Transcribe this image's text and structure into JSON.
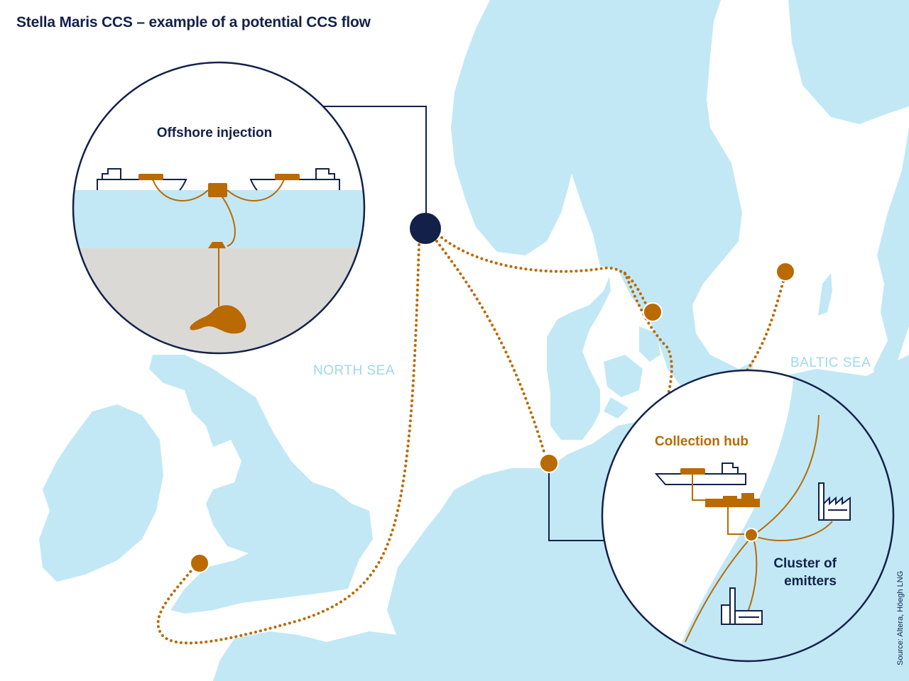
{
  "title": "Stella Maris CCS – example of a potential CCS flow",
  "source": "Source: Altera, Höegh LNG",
  "sea_labels": {
    "north_sea": "NORTH SEA",
    "baltic_sea": "BALTIC SEA"
  },
  "insets": {
    "offshore": {
      "label": "Offshore injection",
      "elements": [
        "injection-ship-left",
        "injection-ship-right",
        "subsea-buoy",
        "wellhead",
        "storage-reservoir"
      ]
    },
    "collection": {
      "label": "Collection hub",
      "cluster_label_line1": "Cluster of",
      "cluster_label_line2": "emitters",
      "elements": [
        "carrier-ship",
        "hub-terminal",
        "hub-junction",
        "emitter-factory-1",
        "emitter-factory-2"
      ]
    }
  },
  "markers": {
    "injection_site": {
      "type": "offshore-injection-hub"
    },
    "collection_points": [
      {
        "id": "wales",
        "type": "collection-hub"
      },
      {
        "id": "netherlands-germany",
        "type": "collection-hub"
      },
      {
        "id": "sweden-west",
        "type": "collection-hub"
      },
      {
        "id": "sweden-east",
        "type": "collection-hub"
      }
    ]
  },
  "colors": {
    "land": "#c2e8f6",
    "sea": "#ffffff",
    "navy": "#13214a",
    "route": "#b96a00",
    "seabed": "#dbd9d6",
    "water": "#c2e8f6",
    "sea_label": "#9fd8ee"
  }
}
